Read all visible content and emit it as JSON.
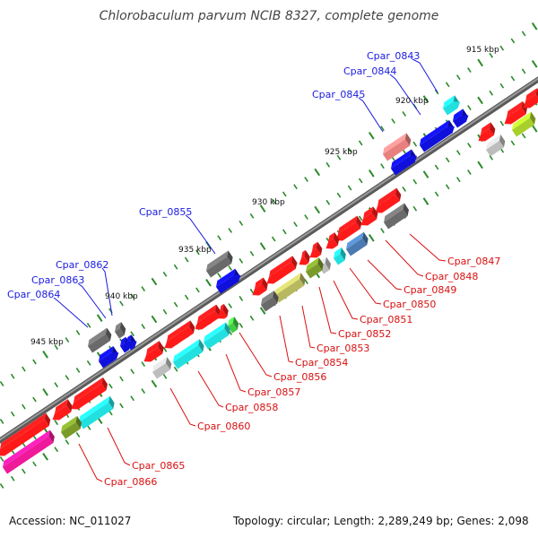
{
  "title": "Chlorobaculum parvum NCIB 8327, complete genome",
  "footer": {
    "accession": "Accession: NC_011027",
    "summary": "Topology: circular; Length: 2,289,249 bp; Genes: 2,098"
  },
  "kbp_labels": [
    "915 kbp",
    "920 kbp",
    "925 kbp",
    "930 kbp",
    "935 kbp",
    "940 kbp",
    "945 kbp"
  ],
  "gene_labels_forward": [
    "Cpar_0843",
    "Cpar_0844",
    "Cpar_0845",
    "Cpar_0855",
    "Cpar_0862",
    "Cpar_0863",
    "Cpar_0864"
  ],
  "gene_labels_reverse": [
    "Cpar_0847",
    "Cpar_0848",
    "Cpar_0849",
    "Cpar_0850",
    "Cpar_0851",
    "Cpar_0852",
    "Cpar_0853",
    "Cpar_0854",
    "Cpar_0856",
    "Cpar_0857",
    "Cpar_0858",
    "Cpar_0860",
    "Cpar_0865",
    "Cpar_0866"
  ],
  "colors": {
    "forward_label": "#1a1ae0",
    "reverse_label": "#d81010",
    "backbone": "#808080",
    "ticks": "#2a8a2a",
    "gene_red": "#ff1a1a",
    "gene_blue": "#1010dd",
    "gene_cyan": "#22e0e0",
    "gene_gray": "#6a6a6a",
    "gene_lightgray": "#bdbdbd",
    "gene_pink": "#e88080",
    "gene_olive": "#7a9a2a",
    "gene_khaki": "#b8b860",
    "gene_green": "#44cc44",
    "gene_magenta": "#ee1a9a",
    "gene_steelblue": "#4a7ab0",
    "gene_yellowgreen": "#a8d02a"
  }
}
